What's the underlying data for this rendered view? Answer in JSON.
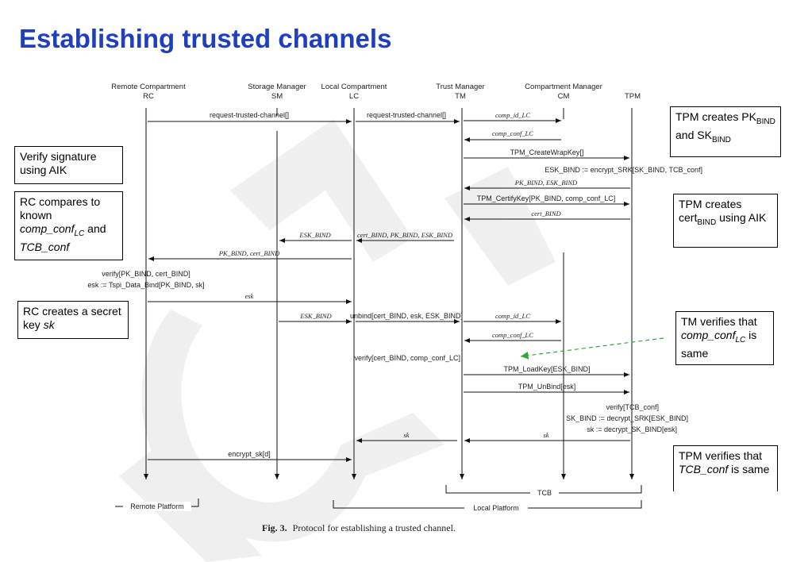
{
  "slide": {
    "title": "Establishing trusted channels",
    "colors": {
      "title": "#1f3fbf",
      "annotation_arrow": "#2ea82e"
    }
  },
  "diagram": {
    "participants": [
      {
        "id": "RC",
        "name": "Remote Compartment",
        "abbr": "RC"
      },
      {
        "id": "SM",
        "name": "Storage Manager",
        "abbr": "SM"
      },
      {
        "id": "LC",
        "name": "Local Compartment",
        "abbr": "LC"
      },
      {
        "id": "TM",
        "name": "Trust Manager",
        "abbr": "TM"
      },
      {
        "id": "CM",
        "name": "Compartment Manager",
        "abbr": "CM"
      },
      {
        "id": "TPM",
        "name": "",
        "abbr": "TPM"
      }
    ],
    "messages": [
      {
        "from": "RC",
        "to": "LC",
        "label": "request-trusted-channel[]"
      },
      {
        "from": "LC",
        "to": "TM",
        "label": "request-trusted-channel[]"
      },
      {
        "from": "TM",
        "to": "CM",
        "label": "comp_id_LC"
      },
      {
        "from": "CM",
        "to": "TM",
        "label": "comp_conf_LC"
      },
      {
        "from": "TM",
        "to": "TPM",
        "label": "TPM_CreateWrapKey[]"
      },
      {
        "from": "TPM",
        "to": "TM",
        "label": "PK_BIND, ESK_BIND"
      },
      {
        "from": "TM",
        "to": "TPM",
        "label": "TPM_CertifyKey[PK_BIND, comp_conf_LC]"
      },
      {
        "from": "TPM",
        "to": "TM",
        "label": "cert_BIND"
      },
      {
        "from": "TM",
        "to": "LC",
        "label": "cert_BIND, PK_BIND, ESK_BIND"
      },
      {
        "from": "LC",
        "to": "SM",
        "label": "ESK_BIND"
      },
      {
        "from": "LC",
        "to": "RC",
        "label": "PK_BIND, cert_BIND"
      },
      {
        "from": "RC",
        "to": "LC",
        "label": "esk"
      },
      {
        "from": "SM",
        "to": "LC",
        "label": "ESK_BIND"
      },
      {
        "from": "LC",
        "to": "TM",
        "label": "unbind[cert_BIND, esk, ESK_BIND]"
      },
      {
        "from": "TM",
        "to": "CM",
        "label": "comp_id_LC"
      },
      {
        "from": "CM",
        "to": "TM",
        "label": "comp_conf_LC"
      },
      {
        "from": "TM",
        "to": "TPM",
        "label": "TPM_LoadKey[ESK_BIND]"
      },
      {
        "from": "TM",
        "to": "TPM",
        "label": "TPM_UnBind[esk]"
      },
      {
        "from": "TM",
        "to": "LC",
        "label": "sk"
      },
      {
        "from": "TPM",
        "to": "TM",
        "label": "sk"
      },
      {
        "from": "RC",
        "to": "LC",
        "label": "encrypt_sk[d]"
      }
    ],
    "local_actions": [
      {
        "label": "ESK_BIND := encrypt_SRK[SK_BIND, TCB_conf]"
      },
      {
        "label": "verify[PK_BIND, cert_BIND]"
      },
      {
        "label": "esk := Tspi_Data_Bind[PK_BIND, sk]"
      },
      {
        "label": "verify[cert_BIND, comp_conf_LC]"
      },
      {
        "label": "verify[TCB_conf]"
      },
      {
        "label": "SK_BIND := decrypt_SRK[ESK_BIND]"
      },
      {
        "label": "sk := decrypt_SK_BIND[esk]"
      }
    ],
    "groups": {
      "tcb": "TCB",
      "local_platform": "Local Platform",
      "remote_platform": "Remote Platform"
    },
    "caption": {
      "prefix": "Fig. 3.",
      "text": "Protocol for establishing a trusted channel."
    }
  },
  "callouts": {
    "tpm_creates_keys": "TPM creates PK_BIND and SK_BIND",
    "verify_signature": "Verify signature using AIK",
    "rc_compares": "RC compares to known comp_conf_LC and TCB_conf",
    "tpm_creates_cert": "TPM creates cert_BIND using AIK",
    "rc_creates_key": "RC creates a secret key sk",
    "tm_verifies": "TM verifies that comp_conf_LC is same",
    "tpm_verifies": "TPM verifies that TCB_conf is same"
  }
}
